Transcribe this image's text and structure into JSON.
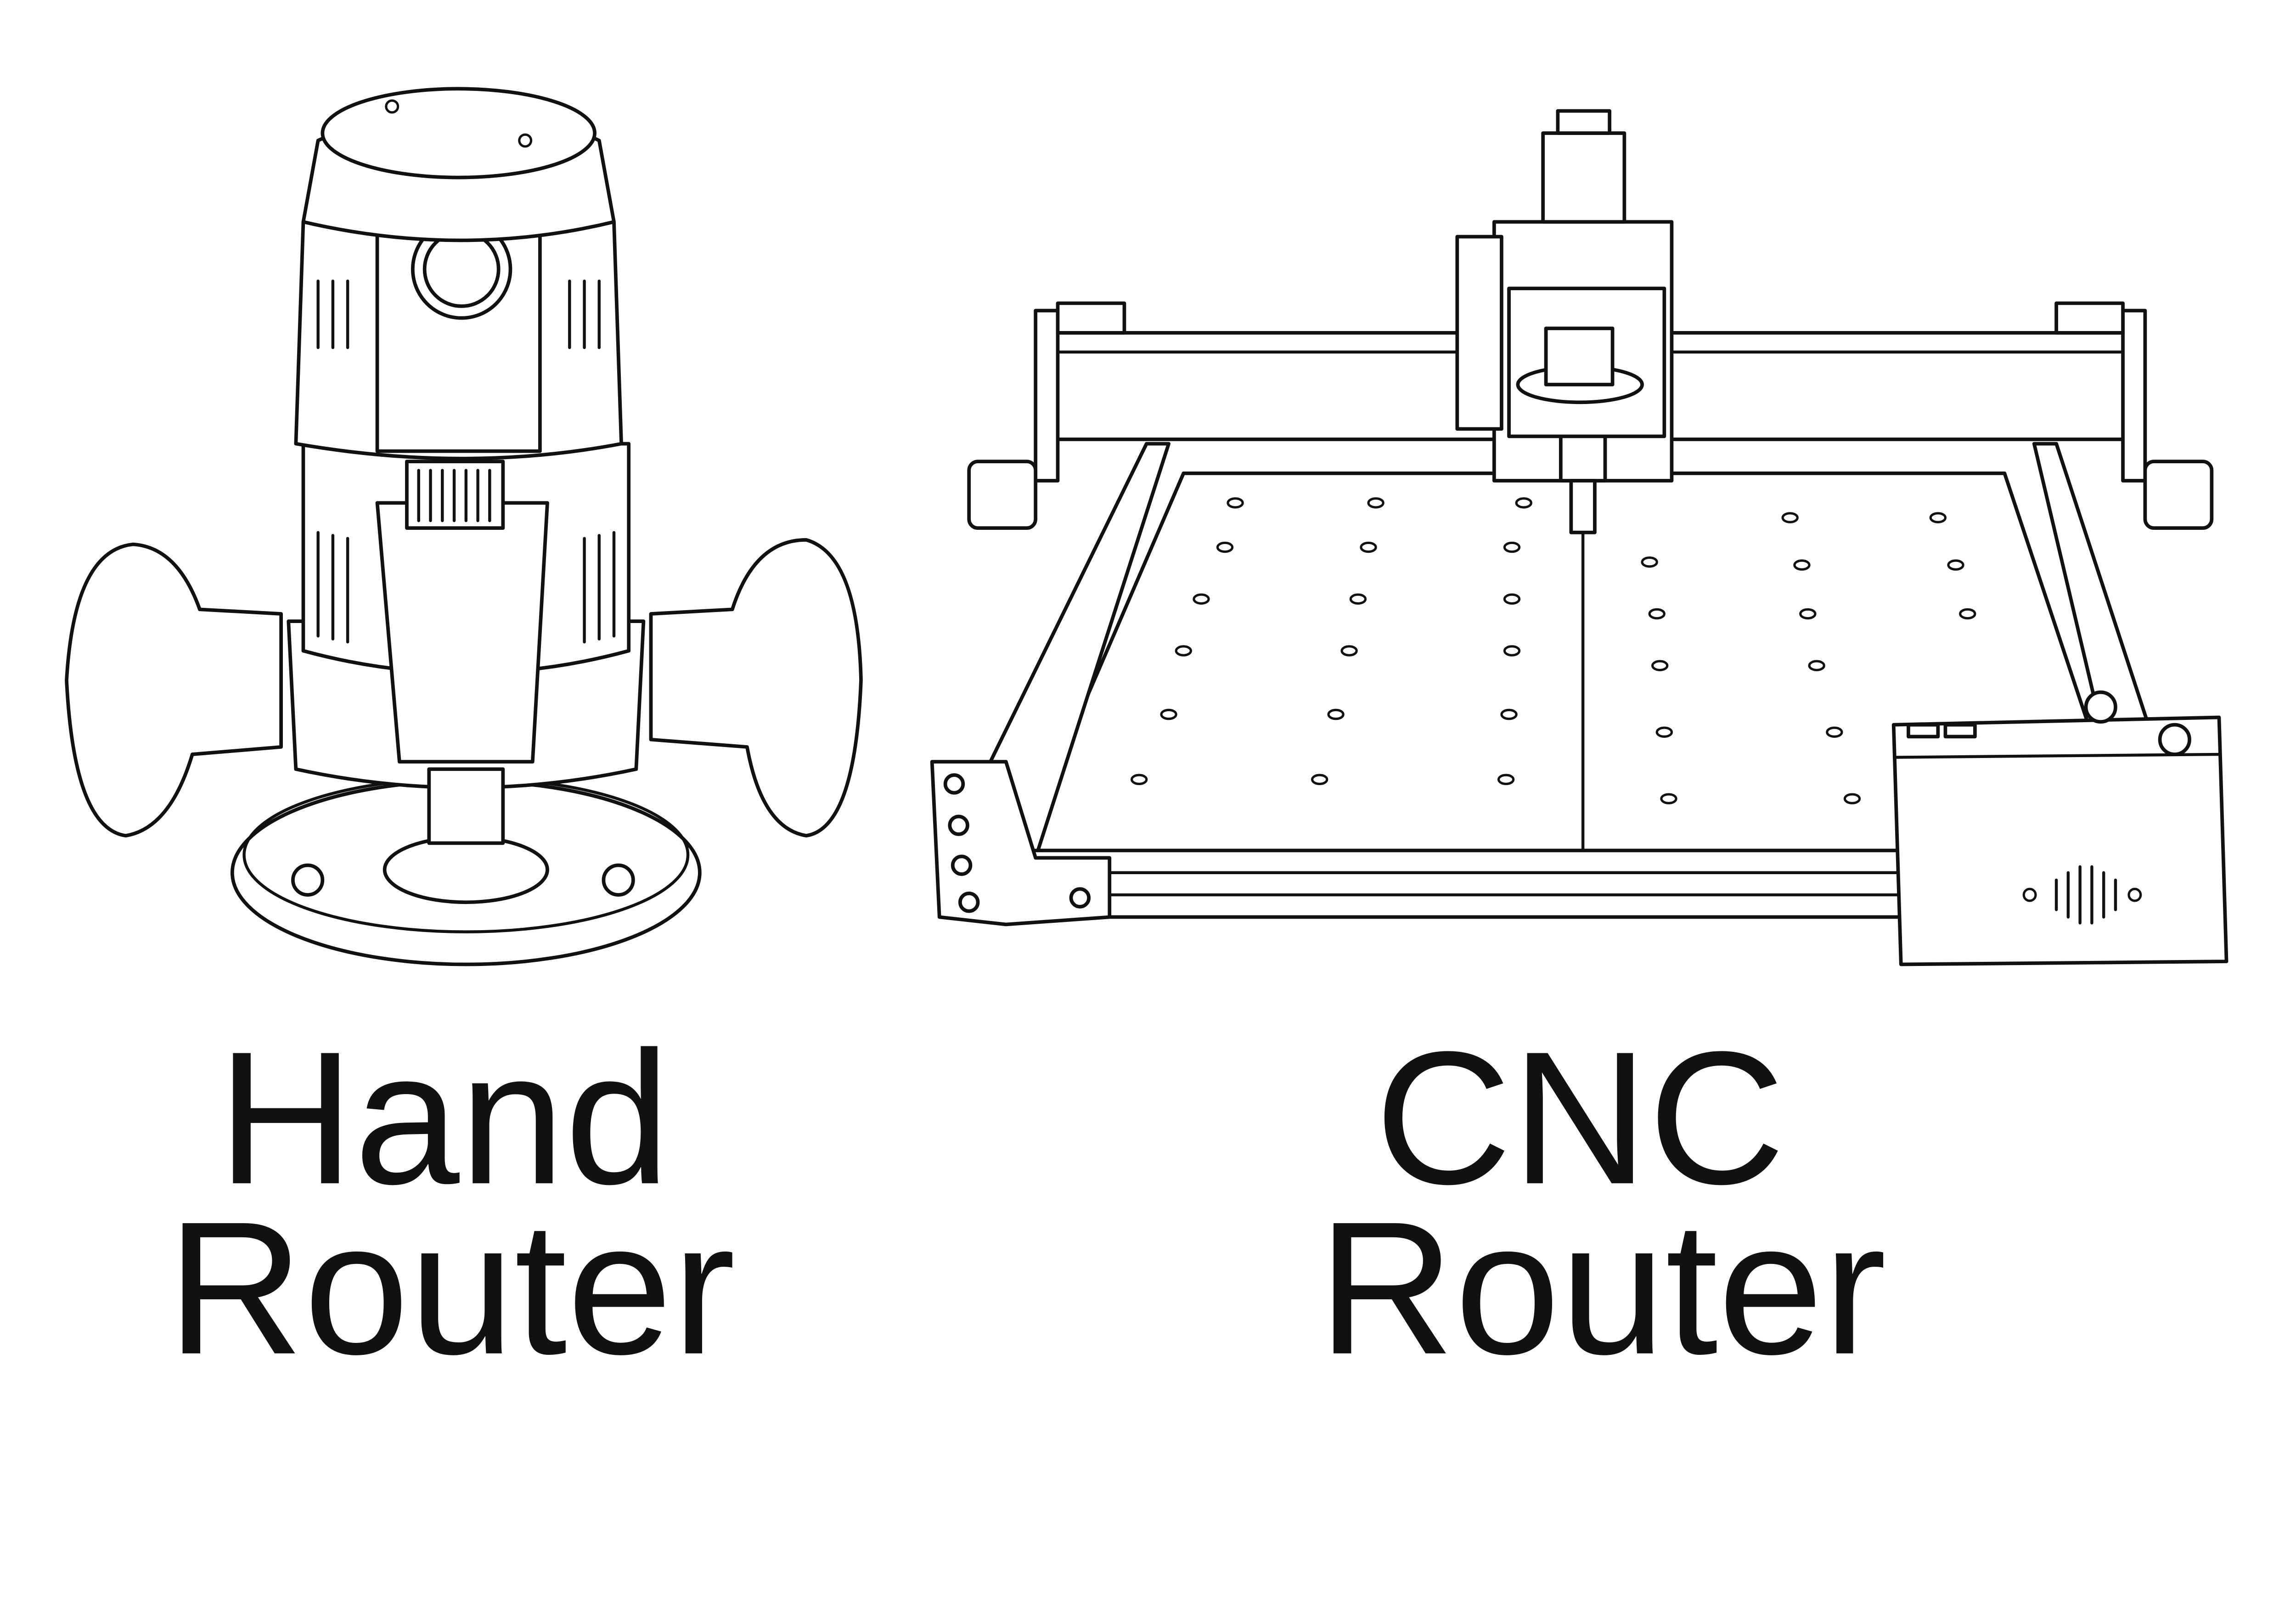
{
  "labels": {
    "hand_router": [
      "Hand",
      "Router"
    ],
    "cnc_router": [
      "CNC",
      "Router"
    ]
  },
  "colors": {
    "line": "#111111",
    "background": "#ffffff"
  }
}
